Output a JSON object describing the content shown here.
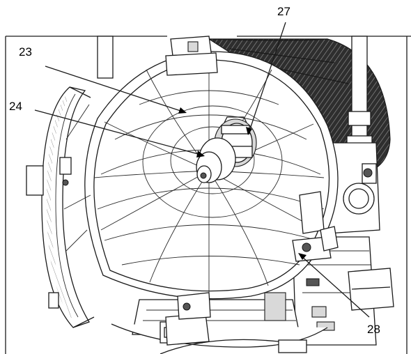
{
  "figure": {
    "callouts": [
      {
        "id": "23",
        "label": "23"
      },
      {
        "id": "24",
        "label": "24"
      },
      {
        "id": "27",
        "label": "27"
      },
      {
        "id": "28",
        "label": "28"
      }
    ],
    "colors": {
      "line": "#1a1a1a",
      "background": "#ffffff",
      "rear_housing": "#3a3a3a"
    }
  }
}
